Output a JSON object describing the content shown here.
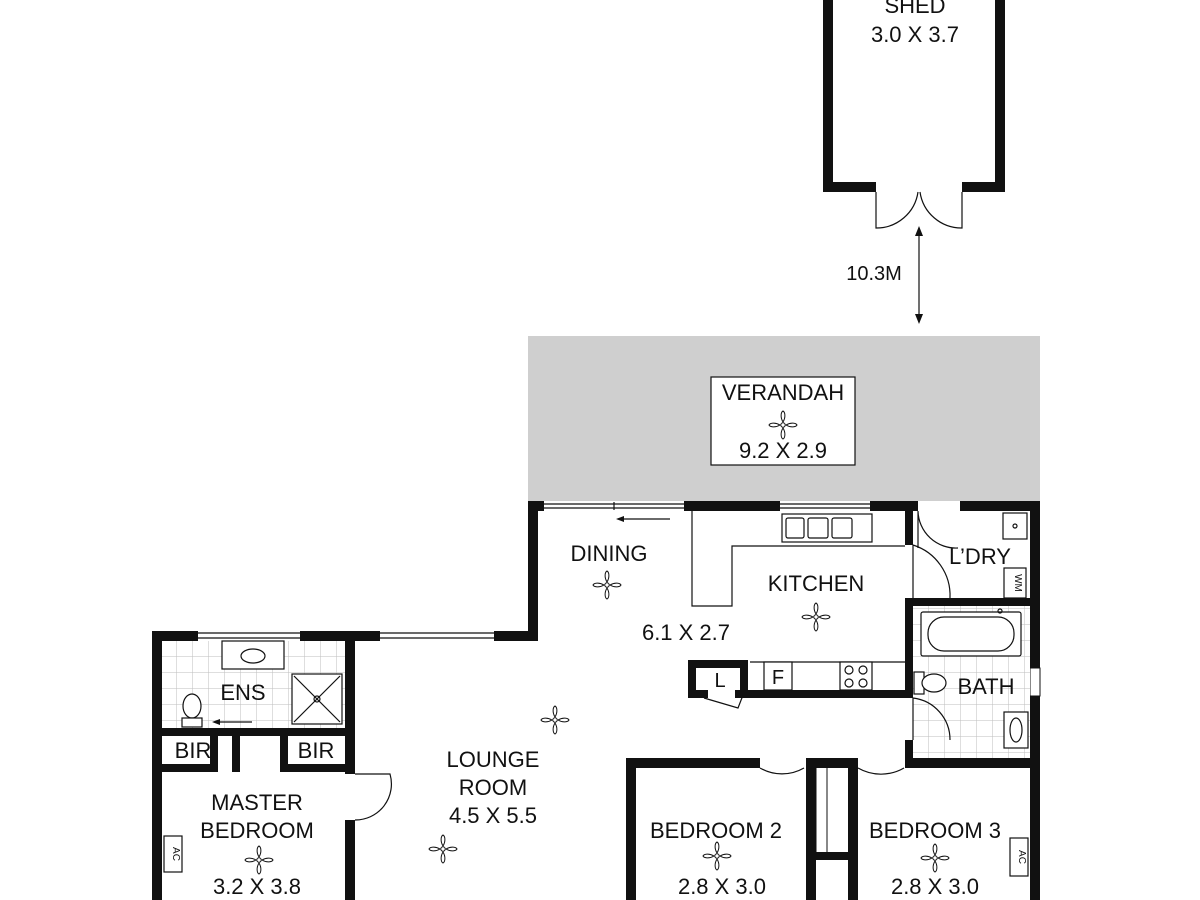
{
  "colors": {
    "wall": "#111111",
    "verandah": "#cfcfcf",
    "tile_line": "#bdbdbd",
    "background": "#ffffff"
  },
  "rooms": {
    "shed": {
      "name": "SHED",
      "dims": "3.0 X 3.7"
    },
    "distance": "10.3M",
    "verandah": {
      "name": "VERANDAH",
      "dims": "9.2 X 2.9"
    },
    "dining": {
      "name": "DINING"
    },
    "kitchen": {
      "name": "KITCHEN",
      "dims": "6.1 X 2.7"
    },
    "laundry": {
      "name": "L’DRY",
      "appliance": "WM"
    },
    "bath": {
      "name": "BATH"
    },
    "ensuite": {
      "name": "ENS"
    },
    "bir_left": {
      "name": "BIR"
    },
    "bir_right": {
      "name": "BIR"
    },
    "master": {
      "name_line1": "MASTER",
      "name_line2": "BEDROOM",
      "dims": "3.2 X 3.8",
      "ac": "AC"
    },
    "lounge": {
      "name_line1": "LOUNGE",
      "name_line2": "ROOM",
      "dims": "4.5 X 5.5"
    },
    "bedroom2": {
      "name": "BEDROOM 2",
      "dims": "2.8 X 3.0"
    },
    "bedroom3": {
      "name": "BEDROOM 3",
      "dims": "2.8 X 3.0",
      "ac": "AC"
    },
    "fridge": {
      "label": "F"
    },
    "pantry": {
      "label": "L"
    }
  }
}
